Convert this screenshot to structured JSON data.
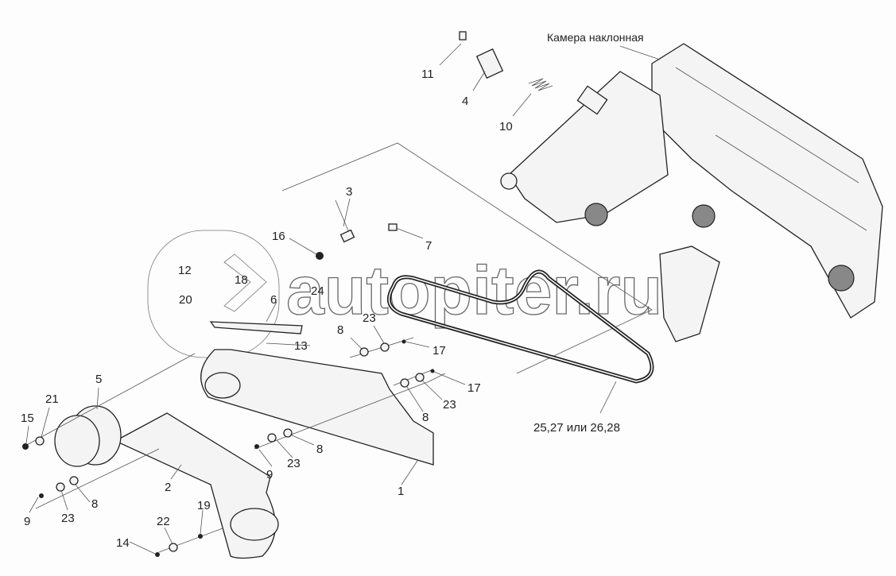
{
  "diagram": {
    "title_label": "Камера наклонная",
    "watermark": "autopiter.ru",
    "callouts": [
      "11",
      "4",
      "10",
      "3",
      "16",
      "7",
      "12",
      "18",
      "24",
      "20",
      "6",
      "8",
      "23",
      "17",
      "13",
      "17",
      "23",
      "8",
      "25,27 или 26,28",
      "5",
      "21",
      "15",
      "8",
      "23",
      "9",
      "2",
      "1",
      "9",
      "23",
      "8",
      "19",
      "22",
      "14"
    ]
  }
}
